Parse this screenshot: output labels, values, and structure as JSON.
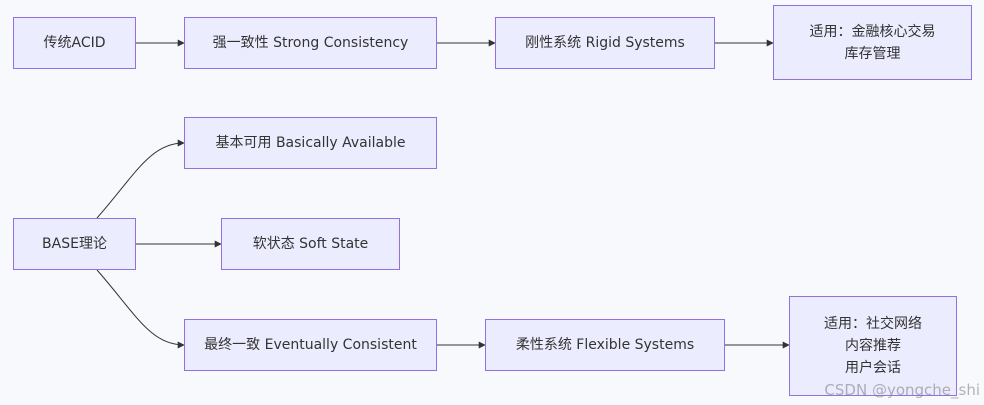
{
  "nodes": {
    "acid": {
      "label": "传统ACID"
    },
    "strong": {
      "label": "强一致性 Strong Consistency"
    },
    "rigid": {
      "label": "刚性系统 Rigid Systems"
    },
    "rigid_use": {
      "lines": [
        "适用：金融核心交易",
        "库存管理"
      ]
    },
    "base": {
      "label": "BASE理论"
    },
    "basic": {
      "label": "基本可用 Basically Available"
    },
    "soft": {
      "label": "软状态 Soft State"
    },
    "eventual": {
      "label": "最终一致 Eventually Consistent"
    },
    "flexible": {
      "label": "柔性系统 Flexible Systems"
    },
    "flex_use": {
      "lines": [
        "适用：社交网络",
        "内容推荐",
        "用户会话"
      ]
    }
  },
  "watermark": "CSDN @yongche_shi",
  "colors": {
    "background": "#f8f9fc",
    "node_fill": "#ececff",
    "node_border": "#9370db",
    "edge": "#333333"
  }
}
